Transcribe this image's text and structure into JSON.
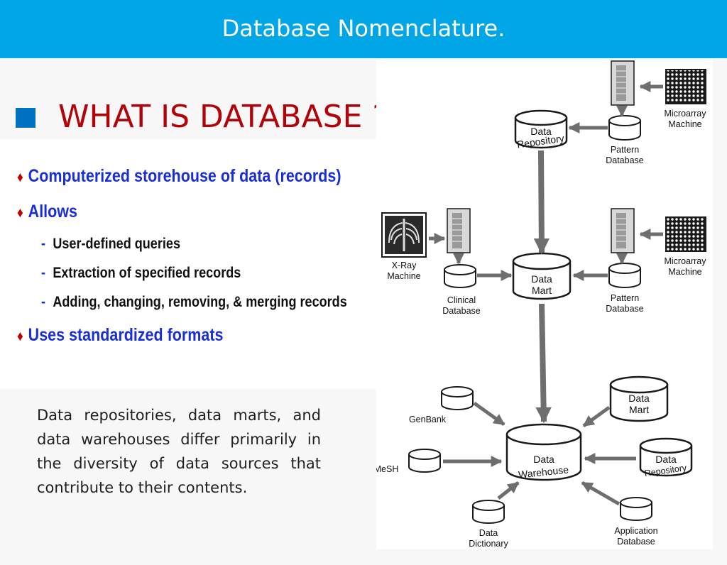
{
  "header": {
    "title": "Database Nomenclature."
  },
  "slide": {
    "heading": "WHAT IS DATABASE ?",
    "bullets": [
      {
        "text": "Computerized storehouse of data (records)"
      },
      {
        "text": "Allows",
        "sub": [
          "User-defined queries",
          "Extraction of specified records",
          "Adding, changing, removing, & merging records"
        ]
      },
      {
        "text": "Uses standardized formats"
      }
    ],
    "description": "Data repositories, data marts, and data  warehouses differ primarily in the diversity of data sources that contribute to their contents."
  },
  "diagram": {
    "labels": {
      "microarray1_a": "Microarray",
      "microarray1_b": "Machine",
      "pattern1_a": "Pattern",
      "pattern1_b": "Database",
      "repository_a": "Data",
      "repository_b": "Repository",
      "xray_a": "X-Ray",
      "xray_b": "Machine",
      "clinical_a": "Clinical",
      "clinical_b": "Database",
      "mart_a": "Data",
      "mart_b": "Mart",
      "pattern2_a": "Pattern",
      "pattern2_b": "Database",
      "microarray2_a": "Microarray",
      "microarray2_b": "Machine",
      "genbank": "GenBank",
      "mesh": "MeSH",
      "warehouse_a": "Data",
      "warehouse_b": "Warehouse",
      "mart2_a": "Data",
      "mart2_b": "Mart",
      "repository2_a": "Data",
      "repository2_b": "Repository",
      "dictionary_a": "Data",
      "dictionary_b": "Dictionary",
      "appdb_a": "Application",
      "appdb_b": "Database"
    },
    "colors": {
      "arrow": "#6e6e6e",
      "outline": "#1a1a1a"
    }
  }
}
